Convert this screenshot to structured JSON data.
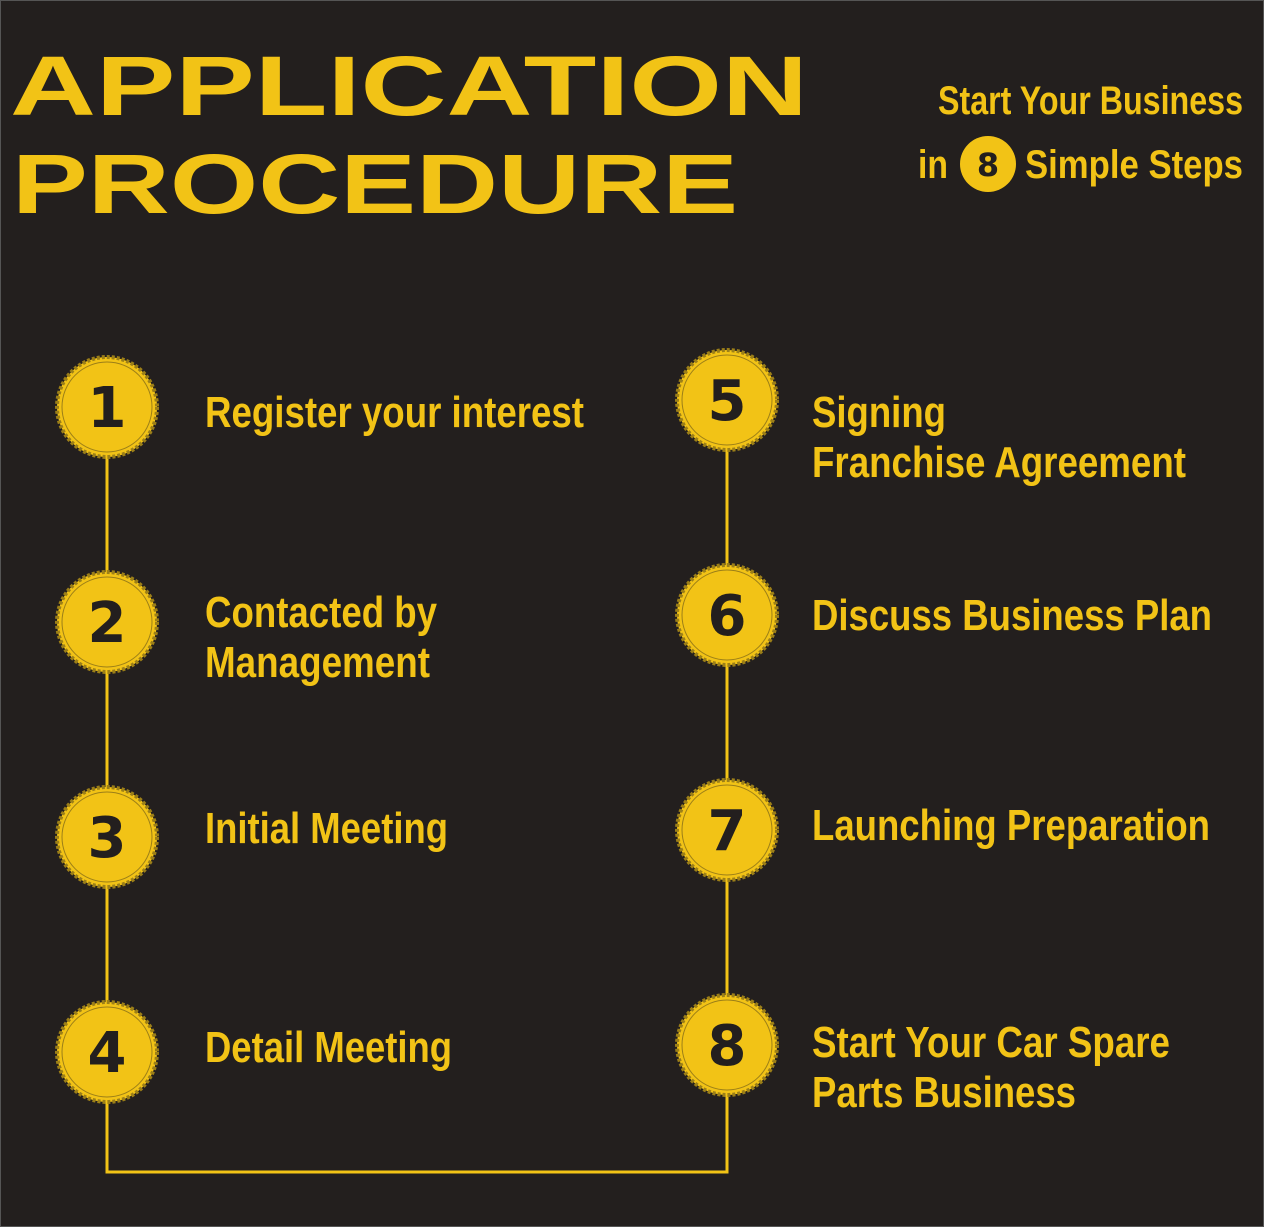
{
  "title": {
    "line1": "APPLICATION",
    "line2": "PROCEDURE"
  },
  "tagline": {
    "line1": "Start Your Business",
    "prefix": "in",
    "count": "8",
    "suffix": "Simple Steps"
  },
  "steps": [
    {
      "number": "1",
      "lines": [
        "Register your interest"
      ]
    },
    {
      "number": "2",
      "lines": [
        "Contacted by",
        "Management"
      ]
    },
    {
      "number": "3",
      "lines": [
        "Initial Meeting"
      ]
    },
    {
      "number": "4",
      "lines": [
        "Detail Meeting"
      ]
    },
    {
      "number": "5",
      "lines": [
        "Signing",
        "Franchise Agreement"
      ]
    },
    {
      "number": "6",
      "lines": [
        "Discuss Business Plan"
      ]
    },
    {
      "number": "7",
      "lines": [
        "Launching Preparation"
      ]
    },
    {
      "number": "8",
      "lines": [
        "Start Your Car Spare",
        "Parts Business"
      ]
    }
  ],
  "colors": {
    "background": "#231f1e",
    "accent": "#f2c316",
    "ring": "#9c7f18"
  }
}
